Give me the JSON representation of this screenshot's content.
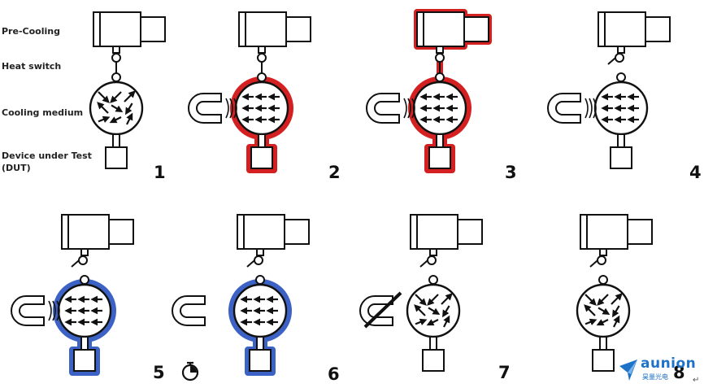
{
  "labels": {
    "pre_cooling": "Pre-Cooling",
    "heat_switch": "Heat switch",
    "cooling_medium": "Cooling medium",
    "dut_line1": "Device under Test",
    "dut_line2": "(DUT)"
  },
  "steps": [
    {
      "number": "1",
      "switch_closed": true,
      "outline": "none",
      "magnet": "none",
      "spins": "random"
    },
    {
      "number": "2",
      "switch_closed": true,
      "outline": "lower",
      "magnet": "near",
      "spins": "aligned"
    },
    {
      "number": "3",
      "switch_closed": true,
      "outline": "all",
      "magnet": "near",
      "spins": "aligned"
    },
    {
      "number": "4",
      "switch_closed": false,
      "outline": "none",
      "magnet": "near",
      "spins": "aligned"
    },
    {
      "number": "5",
      "switch_closed": false,
      "outline": "lower_blue",
      "magnet": "near",
      "spins": "aligned",
      "timer": true
    },
    {
      "number": "6",
      "switch_closed": false,
      "outline": "lower_blue",
      "magnet": "far",
      "spins": "aligned"
    },
    {
      "number": "7",
      "switch_closed": false,
      "outline": "none",
      "magnet": "off",
      "spins": "random"
    },
    {
      "number": "8",
      "switch_closed": false,
      "outline": "none",
      "magnet": "none",
      "spins": "random"
    }
  ],
  "colors": {
    "hot": "#d42020",
    "cold": "#3b62c4",
    "line": "#111111"
  },
  "logo": {
    "name": "aunion",
    "sub": "昊量光电"
  }
}
